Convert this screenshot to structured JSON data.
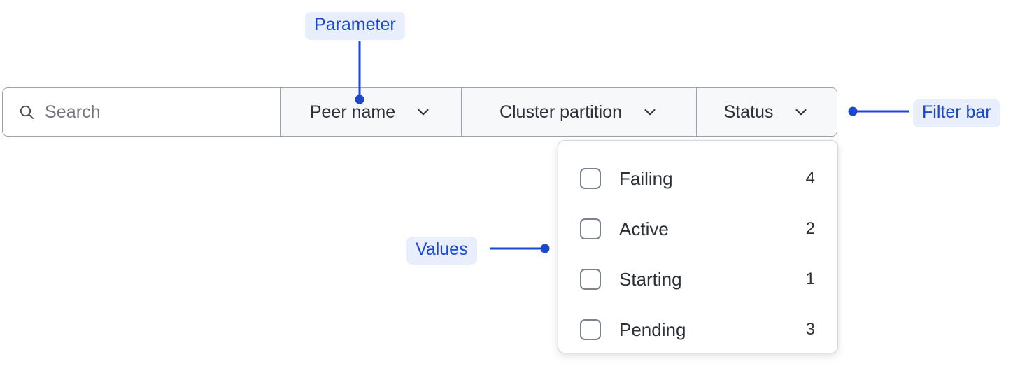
{
  "colors": {
    "accent": "#1a49cf",
    "anno_chip_bg": "#e8eefc",
    "bar_border": "#9aa0ae",
    "bar_bg": "#f7f8f9",
    "text": "#2c3038",
    "placeholder": "#72777f",
    "panel_border": "#d4d7dd",
    "checkbox_border": "#7c828e"
  },
  "filter_bar": {
    "search": {
      "icon": "search-icon",
      "placeholder": "Search",
      "value": ""
    },
    "filters": [
      {
        "label": "Peer name",
        "icon": "chevron-down-icon",
        "expanded": false
      },
      {
        "label": "Cluster partition",
        "icon": "chevron-down-icon",
        "expanded": false
      },
      {
        "label": "Status",
        "icon": "chevron-down-icon",
        "expanded": true
      }
    ]
  },
  "dropdown": {
    "for_filter": "Status",
    "options": [
      {
        "label": "Failing",
        "count": "4",
        "checked": false
      },
      {
        "label": "Active",
        "count": "2",
        "checked": false
      },
      {
        "label": "Starting",
        "count": "1",
        "checked": false
      },
      {
        "label": "Pending",
        "count": "3",
        "checked": false
      }
    ]
  },
  "annotations": [
    {
      "id": "parameter",
      "label": "Parameter",
      "points_to": "Peer name filter"
    },
    {
      "id": "filter-bar",
      "label": "Filter bar",
      "points_to": "filter bar container"
    },
    {
      "id": "values",
      "label": "Values",
      "points_to": "dropdown options list"
    }
  ]
}
